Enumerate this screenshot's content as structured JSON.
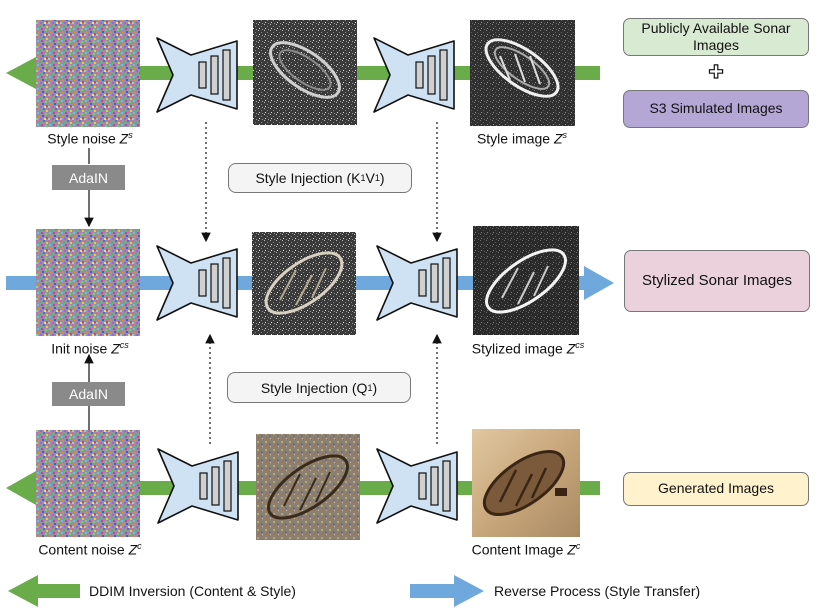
{
  "rows": {
    "style": {
      "noise_label": "Style  noise",
      "noise_var": "Z",
      "noise_sup": "s",
      "image_label": "Style image",
      "image_var": "Z",
      "image_sup": "s"
    },
    "stylized": {
      "noise_label": "Init noise",
      "noise_var": "Z",
      "noise_sup": "cs",
      "image_label": "Stylized image",
      "image_var": "Z",
      "image_sup": "cs"
    },
    "content": {
      "noise_label": "Content noise",
      "noise_var": "Z",
      "noise_sup": "c",
      "image_label": "Content Image",
      "image_var": "Z",
      "image_sup": "c"
    }
  },
  "adain": {
    "top": "AdaIN",
    "bottom": "AdaIN"
  },
  "injection": {
    "kv": {
      "prefix": "Style Injection (K",
      "sub1": "1",
      "mid": "V",
      "sub2": "1",
      "suffix": ")"
    },
    "q": {
      "prefix": "Style Injection (Q",
      "sub1": "1",
      "suffix": ")"
    }
  },
  "sources": {
    "public": "Publicly Available Sonar Images",
    "plus": "✚",
    "s3": "S3 Simulated Images",
    "stylized": "Stylized Sonar Images",
    "generated": "Generated Images"
  },
  "legend": {
    "green": "DDIM Inversion (Content & Style)",
    "blue": "Reverse Process (Style Transfer)"
  },
  "colors": {
    "green_arrow": "#6aac4a",
    "blue_arrow": "#6fa8dc",
    "unet_fill": "#cfe2f3",
    "public_box": "#d9ead3",
    "s3_box": "#b4a7d6",
    "stylized_box": "#ead1dc",
    "generated_box": "#fff2cc"
  }
}
